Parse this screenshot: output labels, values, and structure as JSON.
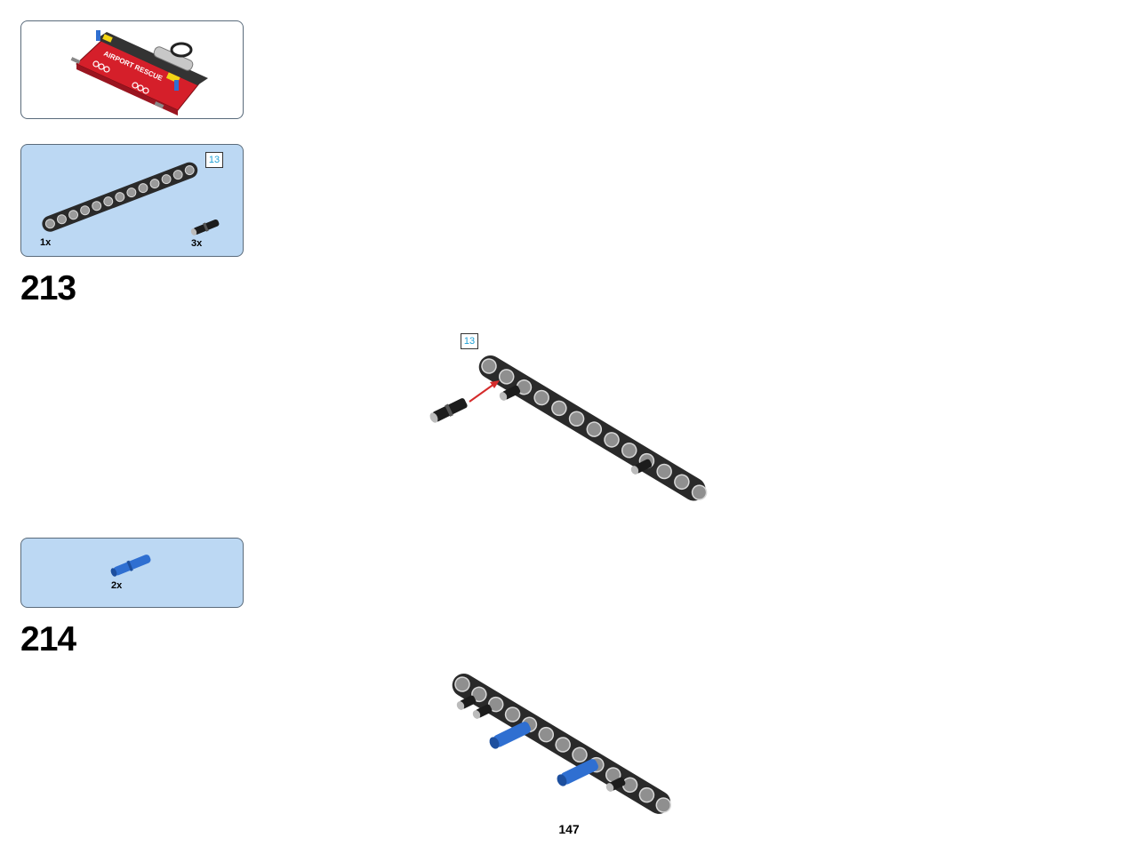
{
  "preview": {
    "decal_text": "AIRPORT RESCUE"
  },
  "steps": [
    {
      "number": "213",
      "length_badge_parts": "13",
      "length_badge_main": "13",
      "parts": [
        {
          "name": "13-hole beam",
          "qty": "1x"
        },
        {
          "name": "friction pin",
          "qty": "3x"
        }
      ]
    },
    {
      "number": "214",
      "parts": [
        {
          "name": "blue axle pin",
          "qty": "2x"
        }
      ]
    }
  ],
  "page_number": "147",
  "colors": {
    "parts_bg": "#bcd8f3",
    "beam": "#2a2a2a",
    "pin_blue": "#2f6fd1",
    "body_red": "#d51f2a",
    "arrow": "#d52b2b",
    "badge_text": "#1ea0d6"
  }
}
